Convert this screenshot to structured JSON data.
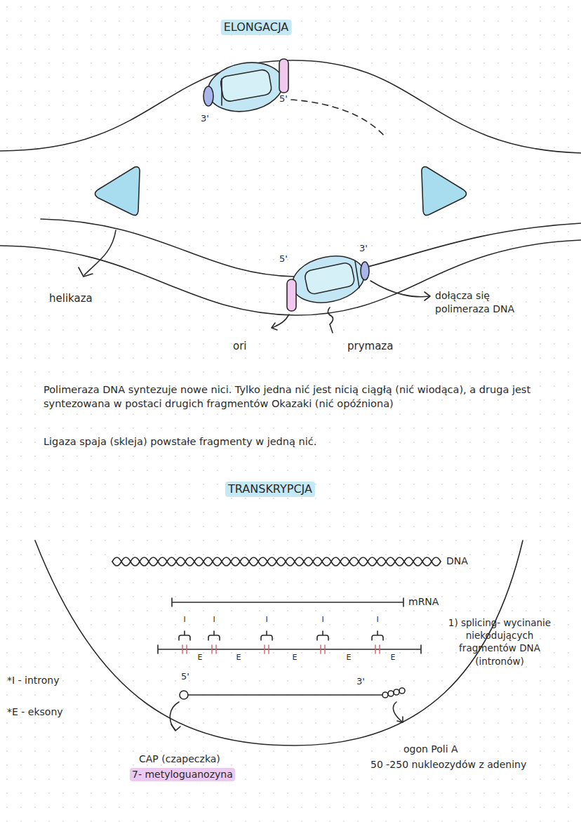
{
  "diagram": {
    "title": "ELONGACJA",
    "labels": [
      "3'",
      "5'",
      "helikaza",
      "5'",
      "3'",
      "ori",
      "prymaza",
      "dołącza się polimeraza DNA",
      "Polimeraza DNA syntezuje nowe nici. Tylko jedna nić jest nicią ciągłą (nić wiodąca), a druga jest syntezowana w postaci drugich fragmentów Okazaki (nić opóźniona)",
      "Ligaza spaja (skleja) powstałe fragmenty w jedną nić.",
      "TRANSKRYPCJA",
      "DNA",
      "mRNA",
      "I",
      "I",
      "I",
      "I",
      "I",
      "E",
      "E",
      "E",
      "E",
      "E",
      "1) splicing- wycinanie niekodujących fragmentów DNA (intronów)",
      "*I - introny",
      "*E - eksony",
      "5'",
      "3'",
      "CAP (czapeczka)",
      "7- metyloguanozyna",
      "ogon Poli A",
      "50 -250 nukleozydów z adeniny"
    ]
  }
}
